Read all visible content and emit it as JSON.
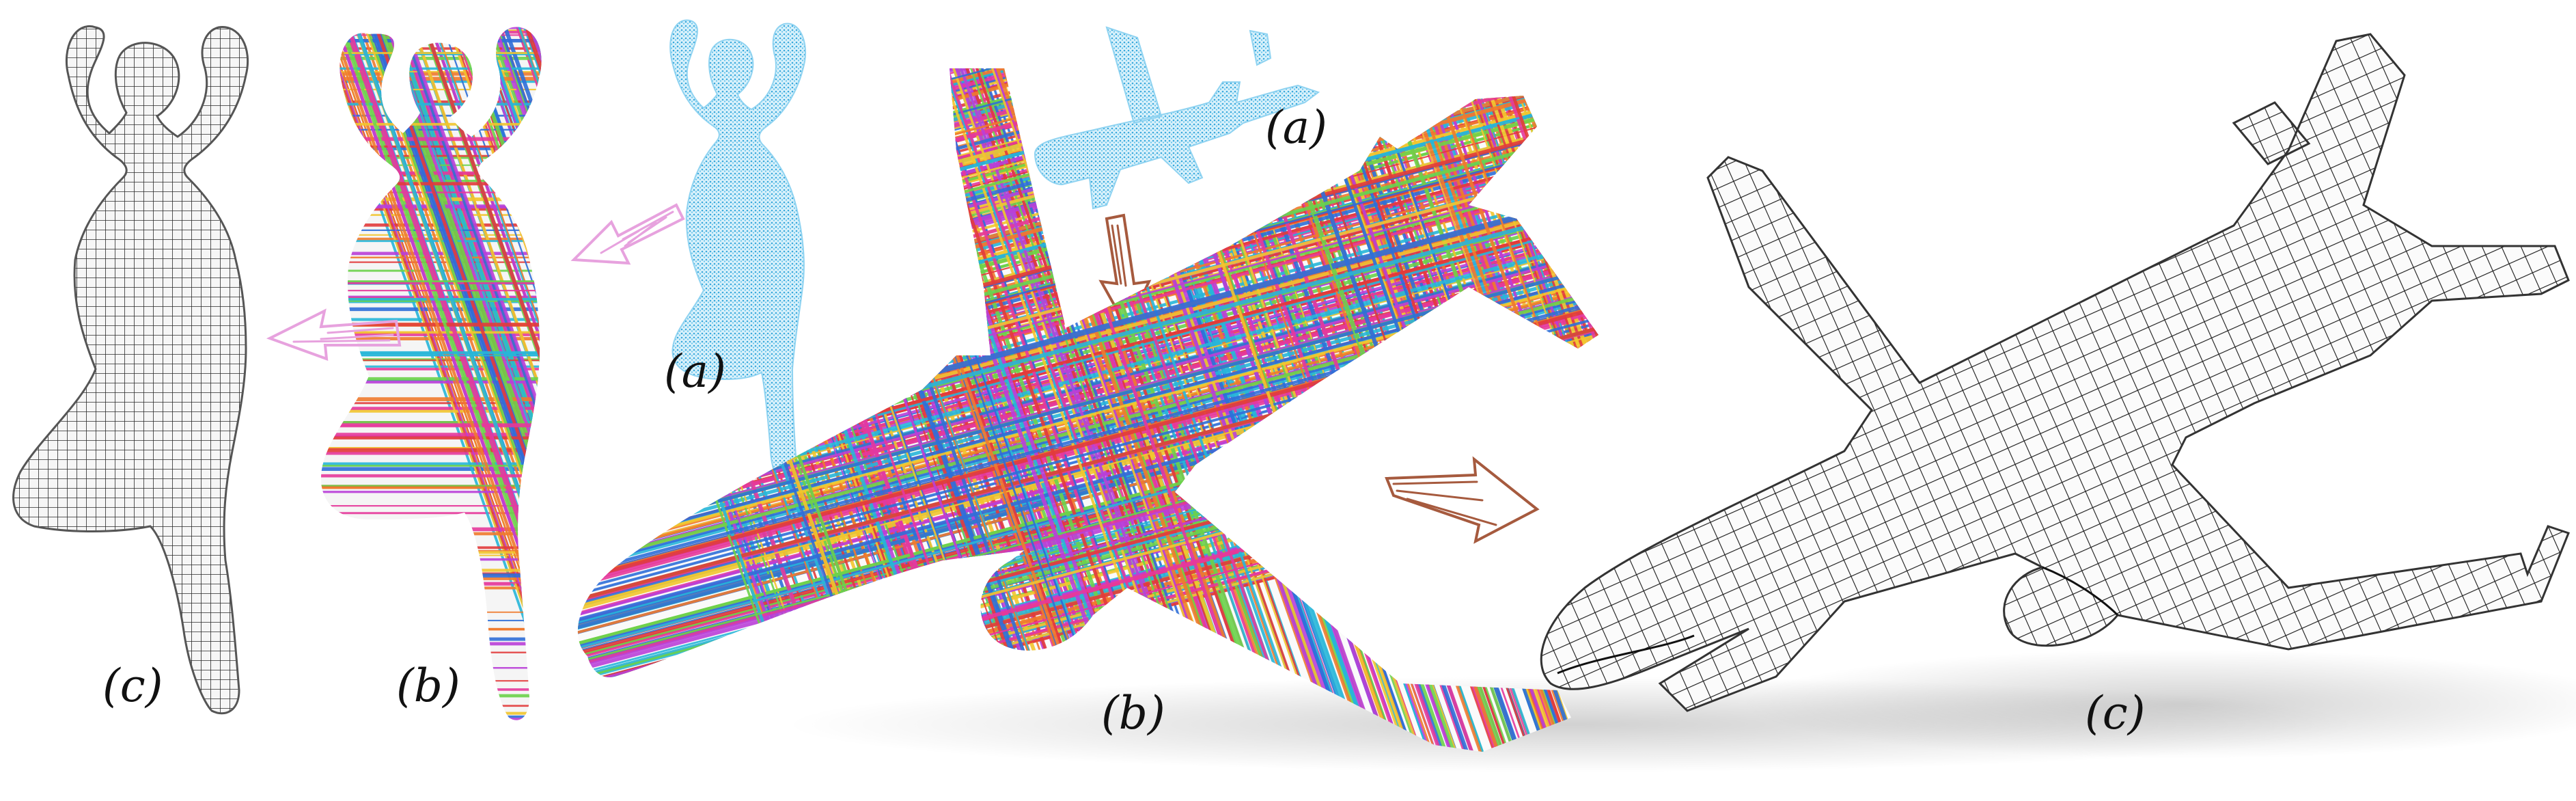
{
  "labels": {
    "person_a": "(a)",
    "person_b": "(b)",
    "person_c": "(c)",
    "plane_a": "(a)",
    "plane_b": "(b)",
    "plane_c": "(c)"
  },
  "colors": {
    "point_cloud": "#4fb8e6",
    "mesh_line": "#1a1a1a",
    "mesh_fill": "#f4f4f4",
    "arrow_pink": "#e7a2de",
    "arrow_brown": "#a65a3e",
    "stroke_palette": [
      "#e6399b",
      "#27b6d8",
      "#f2c52d",
      "#6cd14a",
      "#2f6fd8",
      "#ef7a2e",
      "#b93fd8",
      "#e23b3b"
    ]
  }
}
